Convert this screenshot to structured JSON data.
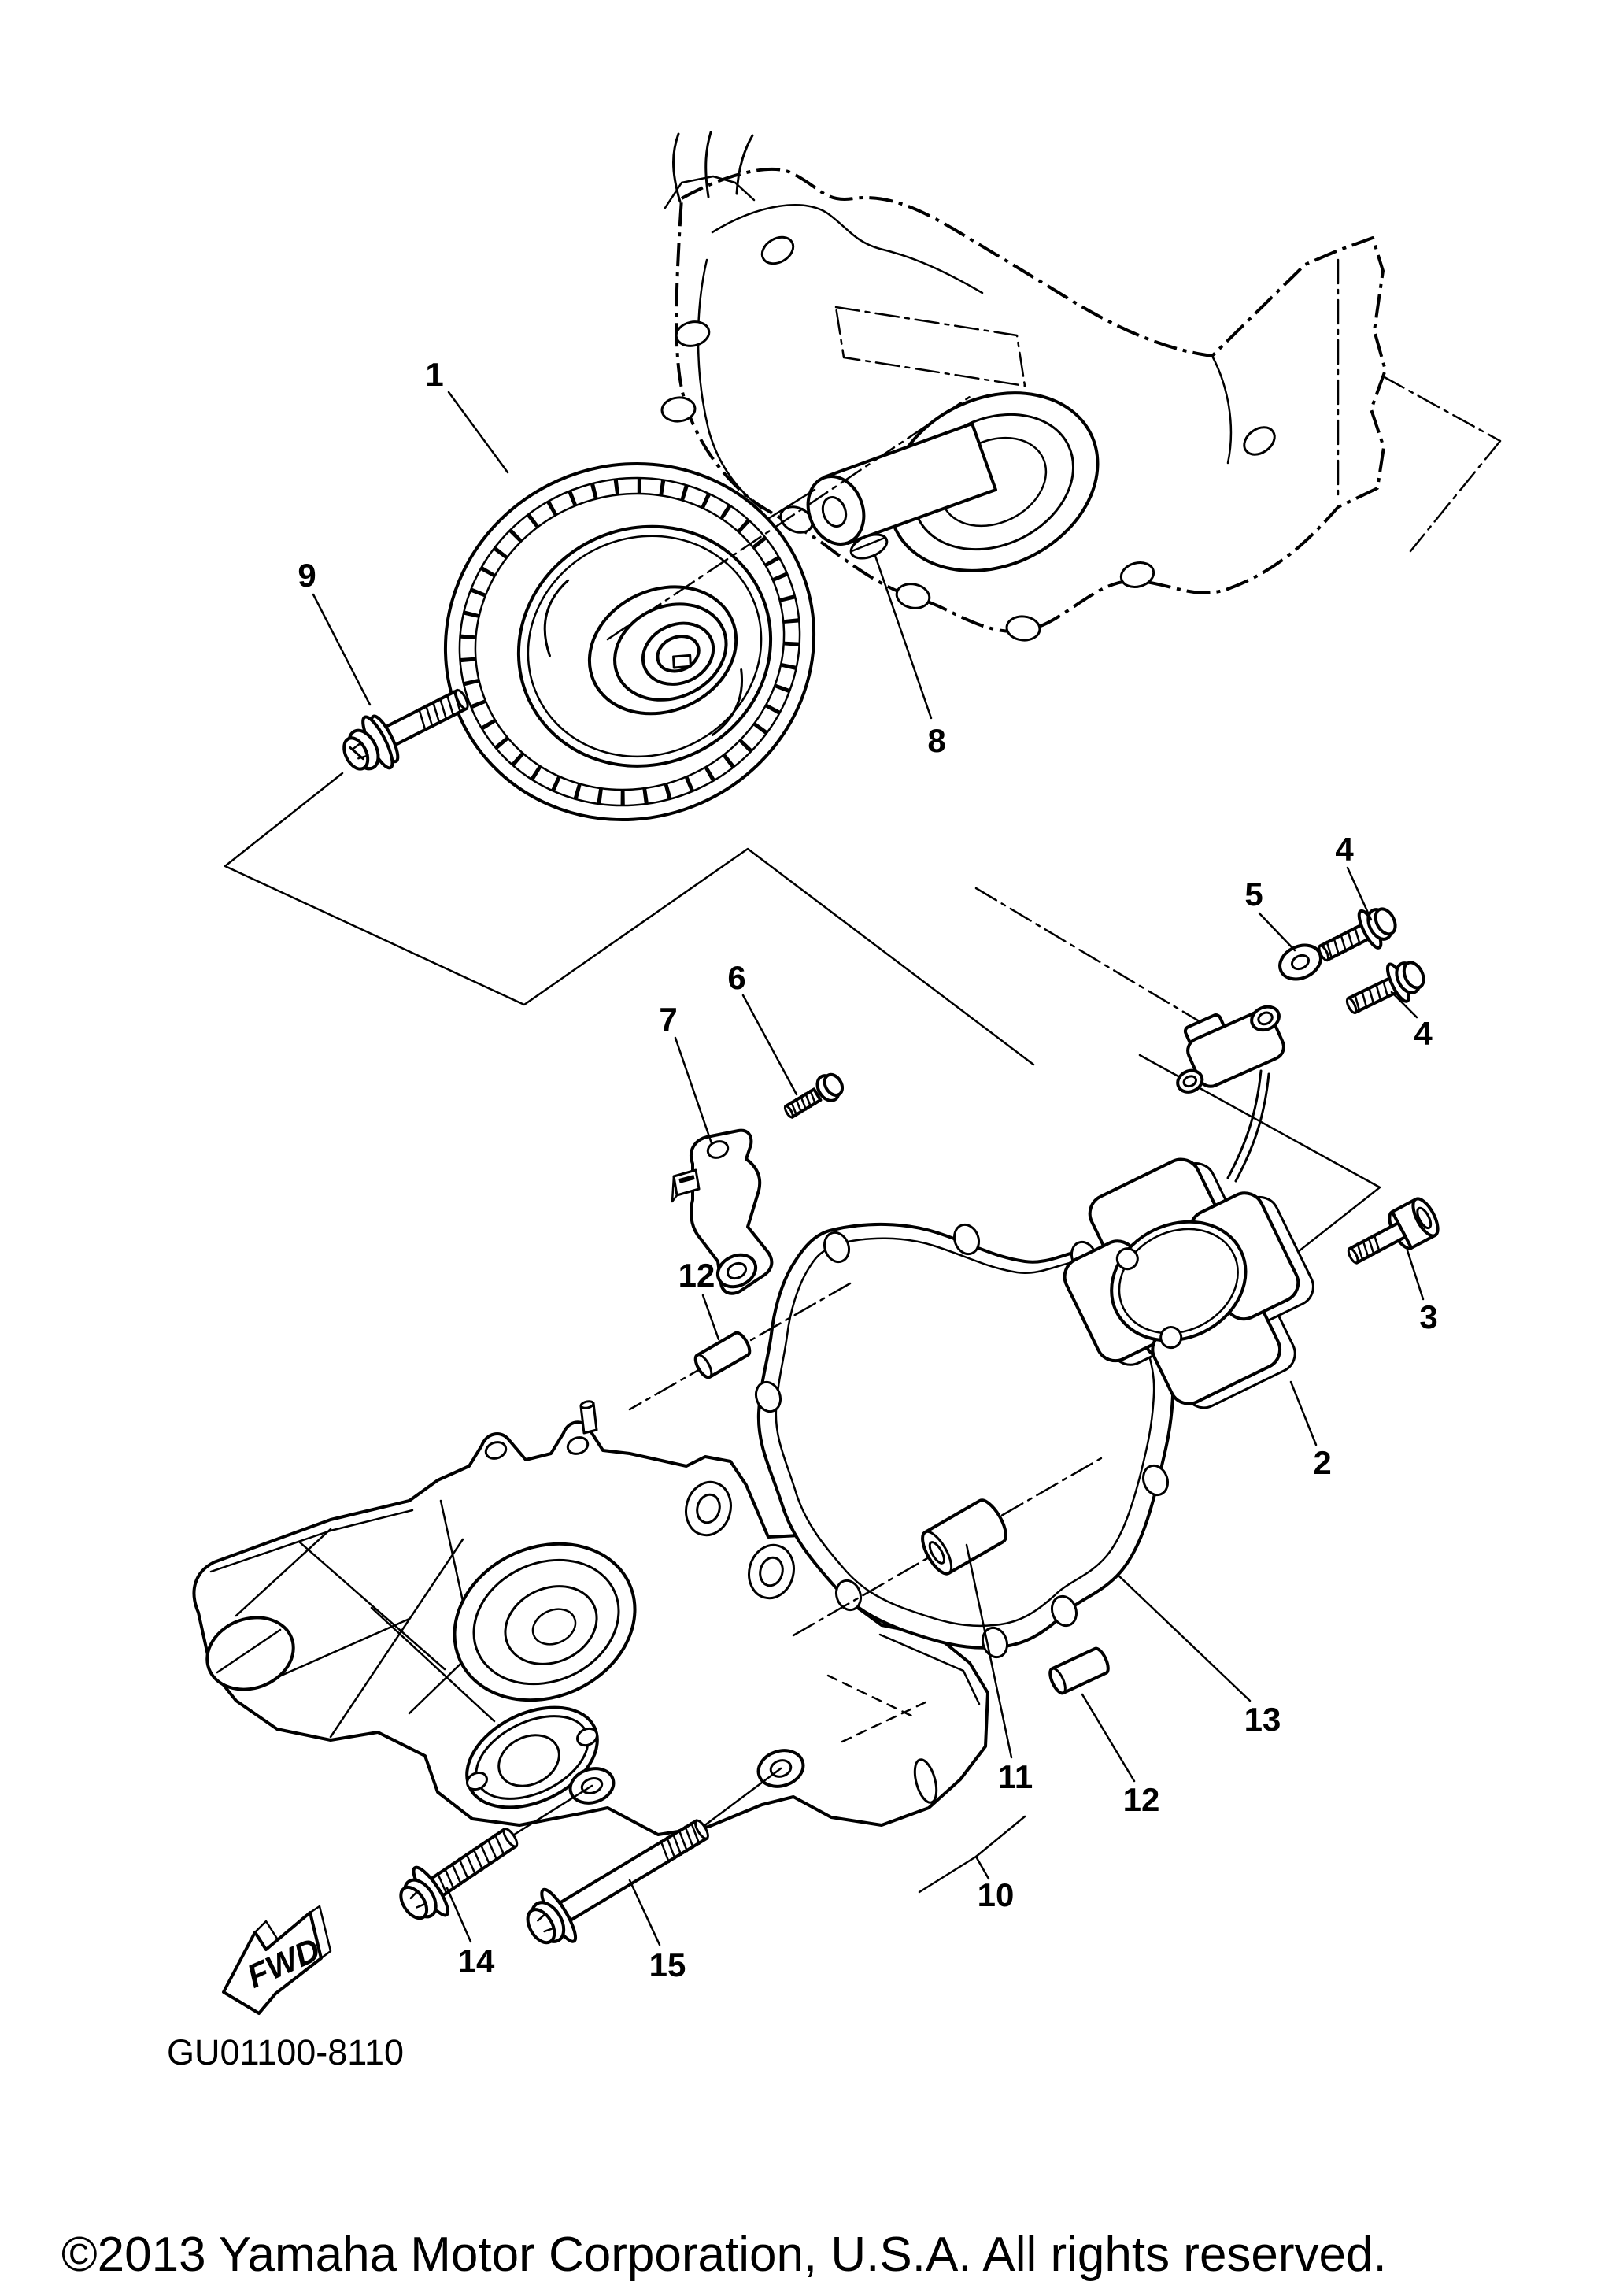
{
  "diagram": {
    "code": "GU01100-8110",
    "fwd_label": "FWD",
    "copyright": "©2013 Yamaha Motor Corporation, U.S.A. All rights reserved.",
    "background_color": "#ffffff",
    "line_color": "#000000"
  },
  "callouts": [
    {
      "label": "1"
    },
    {
      "label": "9"
    },
    {
      "label": "8"
    },
    {
      "label": "4"
    },
    {
      "label": "5"
    },
    {
      "label": "4"
    },
    {
      "label": "6"
    },
    {
      "label": "7"
    },
    {
      "label": "3"
    },
    {
      "label": "2"
    },
    {
      "label": "12"
    },
    {
      "label": "13"
    },
    {
      "label": "11"
    },
    {
      "label": "12"
    },
    {
      "label": "10"
    },
    {
      "label": "14"
    },
    {
      "label": "15"
    }
  ]
}
